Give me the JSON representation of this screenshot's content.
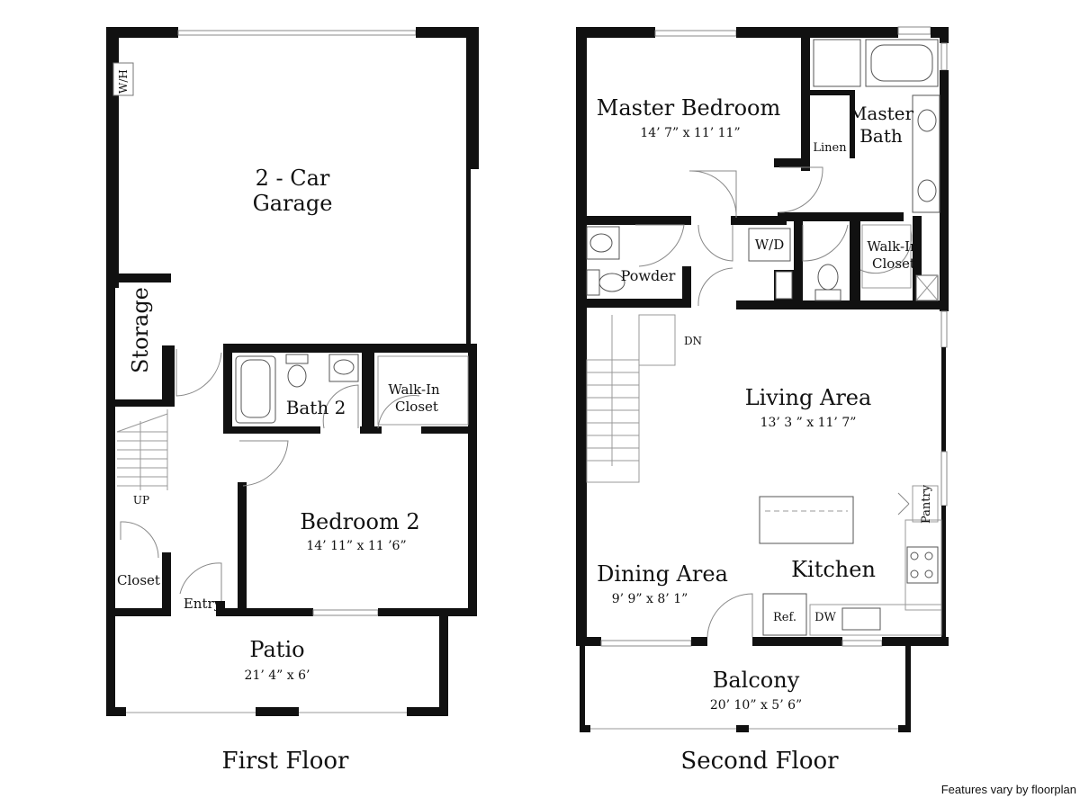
{
  "first_floor": {
    "caption": "First Floor",
    "rooms": {
      "garage": {
        "name_line1": "2 - Car",
        "name_line2": "Garage"
      },
      "wh": "W/H",
      "storage": "Storage",
      "bath2": "Bath 2",
      "walkin": {
        "line1": "Walk-In",
        "line2": "Closet"
      },
      "bedroom2": {
        "name": "Bedroom 2",
        "dims": "14’ 11” x 11 ’6”"
      },
      "up": "UP",
      "closet": "Closet",
      "entry": "Entry",
      "patio": {
        "name": "Patio",
        "dims": "21’ 4” x 6’"
      }
    }
  },
  "second_floor": {
    "caption": "Second Floor",
    "rooms": {
      "master_bedroom": {
        "name": "Master Bedroom",
        "dims": "14’ 7” x 11’ 11”"
      },
      "master_bath": {
        "line1": "Master",
        "line2": "Bath"
      },
      "linen": "Linen",
      "powder": "Powder",
      "wd": "W/D",
      "walkin": {
        "line1": "Walk-In",
        "line2": "Closet"
      },
      "dn": "DN",
      "living": {
        "name": "Living Area",
        "dims": "13’ 3 ” x 11’ 7”"
      },
      "pantry": "Pantry",
      "kitchen": "Kitchen",
      "dining": {
        "name": "Dining Area",
        "dims": "9’ 9” x 8’ 1”"
      },
      "ref": "Ref.",
      "dw": "DW",
      "balcony": {
        "name": "Balcony",
        "dims": "20’ 10” x 5’ 6”"
      }
    }
  },
  "footnote": "Features vary by floorplan"
}
